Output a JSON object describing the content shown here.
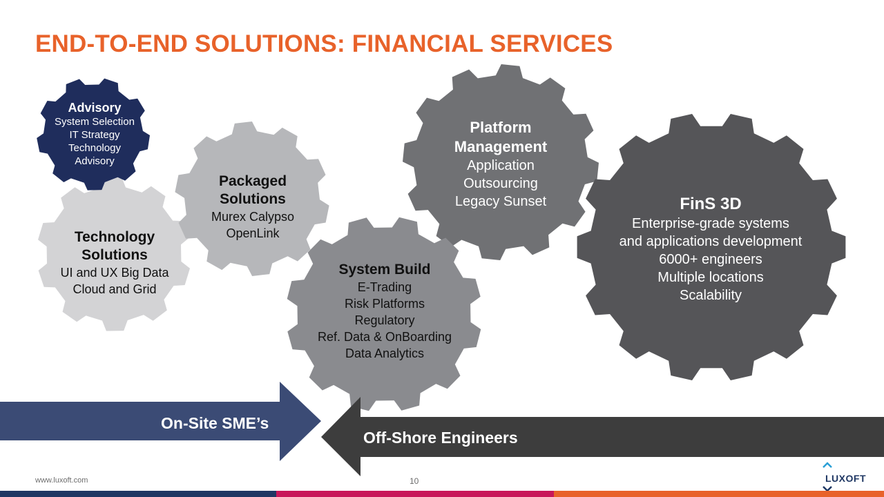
{
  "title": "END-TO-END SOLUTIONS: FINANCIAL SERVICES",
  "colors": {
    "title": "#e8622a",
    "advisory_gear": "#1f2d5c",
    "technology_gear": "#d3d3d5",
    "packaged_gear": "#b6b7ba",
    "system_build_gear": "#8a8b8f",
    "platform_gear": "#707174",
    "fins_gear": "#555558",
    "onsite_arrow": "#3b4b75",
    "offshore_arrow": "#3d3d3d",
    "bar_navy": "#1f3763",
    "bar_magenta": "#c8175a",
    "bar_orange": "#e8622a"
  },
  "gears": {
    "advisory": {
      "heading": "Advisory",
      "lines": [
        "System Selection",
        "IT Strategy",
        "Technology",
        "Advisory"
      ]
    },
    "technology": {
      "heading_1": "Technology",
      "heading_2": "Solutions",
      "lines": [
        "UI and UX Big Data",
        "Cloud and Grid"
      ]
    },
    "packaged": {
      "heading_1": "Packaged",
      "heading_2": "Solutions",
      "lines": [
        "Murex Calypso",
        "OpenLink"
      ]
    },
    "platform": {
      "heading_1": "Platform",
      "heading_2": "Management",
      "lines": [
        "Application",
        "Outsourcing",
        "Legacy Sunset"
      ]
    },
    "system_build": {
      "heading": "System Build",
      "lines": [
        "E-Trading",
        "Risk Platforms",
        "Regulatory",
        "Ref. Data & OnBoarding",
        "Data Analytics"
      ]
    },
    "fins": {
      "heading": "FinS 3D",
      "lines": [
        "Enterprise-grade systems",
        "and applications development",
        "6000+ engineers",
        "Multiple locations",
        "Scalability"
      ]
    }
  },
  "arrows": {
    "onsite": "On-Site SME’s",
    "offshore": "Off-Shore Engineers"
  },
  "footer": {
    "url": "www.luxoft.com",
    "page": "10",
    "logo": "LUXOFT"
  }
}
